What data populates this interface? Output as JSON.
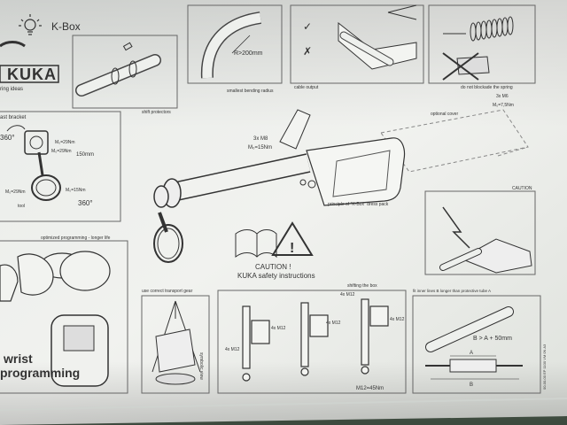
{
  "header": {
    "title": "K-Box",
    "brand": "KUKA",
    "brand_tagline": "ring ideas"
  },
  "panels": {
    "shift_protectors": "shift protectors",
    "bending_radius_value": "R>200mm",
    "bending_radius_caption": "smallest bending radius",
    "cable_output": "cable output",
    "spring_note": "do not blockade the spring",
    "bracket": "ast bracket",
    "bracket_torque_upper": "M₀=29Nm",
    "bracket_torque_mid": "M₀=29Nm",
    "bracket_torque_lower": "M₀=15Nm",
    "bracket_torque_left": "M₀=29Nm",
    "bracket_dim": "150mm",
    "bracket_angle_top": "360°",
    "bracket_angle_bottom": "360°",
    "bracket_tool": "tool",
    "screws_m8": "3x M8",
    "torque_m8": "M₀=15Nm",
    "optional_cover": "optional cover",
    "screws_m6": "3x M6",
    "torque_m6": "M₀=7,5Nm",
    "principle": "principle of \"K-Box\" dress pack",
    "caution_small": "CAUTION",
    "caution_title": "CAUTION !",
    "safety_instructions": "KUKA safety instructions",
    "optimized_programming": "optimized programming - longer life",
    "wrist_label": "wrist",
    "programming_label": "programming",
    "transport_gear": "use correct transport gear",
    "symbolic_view": "symbolic view",
    "shifting_box": "shifting the box",
    "screws_4x_m12_a": "4x M12",
    "screws_4x_m12_b": "4x M12",
    "screws_4x_m12_c": "4x M12",
    "screws_4x_m12_d": "4x M12",
    "screws_m12_a": "4x M12",
    "torque_m12": "M12=45Nm",
    "fit_note": "fit inner lines B longer than protective tube A",
    "dim_formula": "B > A + 50mm",
    "dim_a": "A",
    "dim_b": "B",
    "doc_code": "00-00-00 EP 1100 VM 0N A3"
  }
}
